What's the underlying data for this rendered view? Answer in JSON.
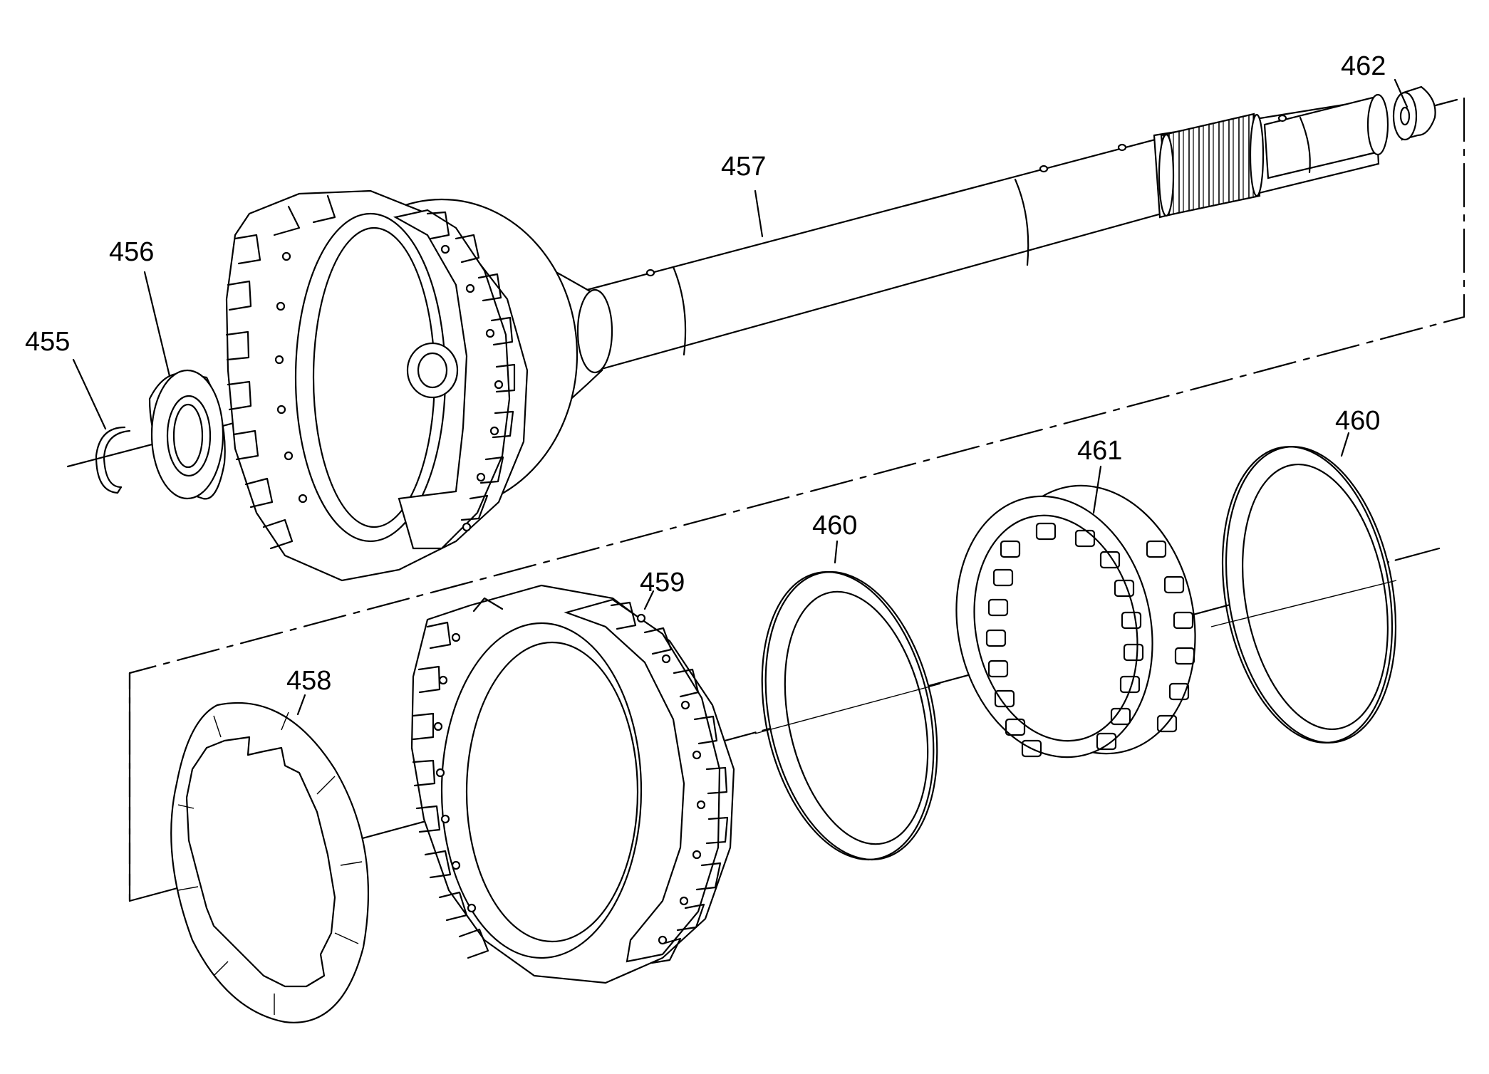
{
  "diagram": {
    "callouts": [
      {
        "id": "455",
        "text": "455"
      },
      {
        "id": "456",
        "text": "456"
      },
      {
        "id": "457",
        "text": "457"
      },
      {
        "id": "458",
        "text": "458"
      },
      {
        "id": "459",
        "text": "459"
      },
      {
        "id": "460a",
        "text": "460"
      },
      {
        "id": "460b",
        "text": "460"
      },
      {
        "id": "461",
        "text": "461"
      },
      {
        "id": "462",
        "text": "462"
      }
    ]
  }
}
